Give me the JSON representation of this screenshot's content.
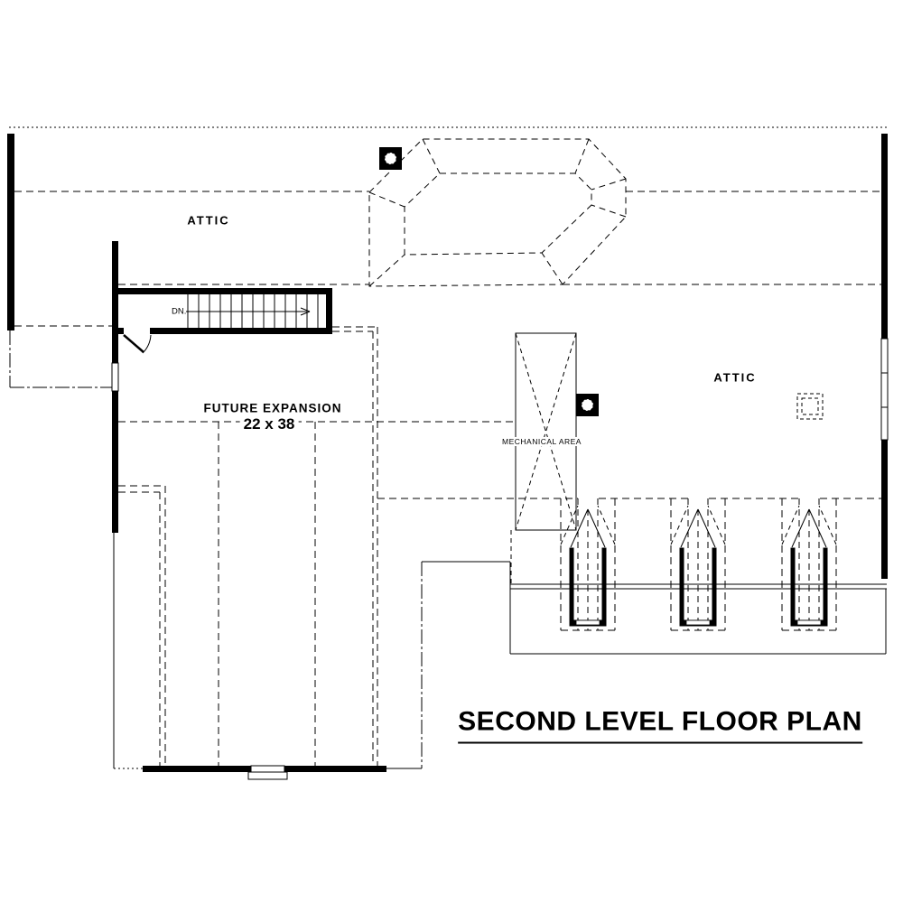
{
  "title": {
    "text": "SECOND LEVEL FLOOR PLAN"
  },
  "labels": {
    "attic_left": "ATTIC",
    "attic_right": "ATTIC",
    "future_expansion": "FUTURE EXPANSION",
    "future_expansion_size": "22 x 38",
    "mechanical_area": "MECHANICAL AREA",
    "stairs_direction": "DN."
  },
  "symbols": {
    "attic_vent": "square-with-circle attic access/vent symbol",
    "chimney": "dashed double-square chimney chase",
    "dormers": "three roof dormers with windows",
    "stairs": "staircase going down"
  },
  "colors": {
    "line": "#000000",
    "background": "#ffffff"
  }
}
